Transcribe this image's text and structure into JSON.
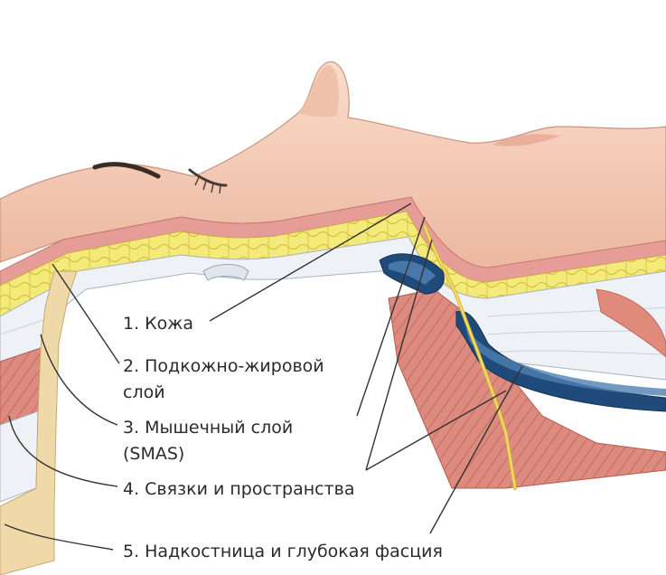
{
  "diagram": {
    "labels": [
      {
        "num": "1.",
        "text": "Кожа"
      },
      {
        "num": "2.",
        "text": "Подкожно-жировой",
        "text2": "слой"
      },
      {
        "num": "3.",
        "text": "Мышечный слой",
        "text2": "(SMAS)"
      },
      {
        "num": "4.",
        "text": "Связки и пространства"
      },
      {
        "num": "5.",
        "text": "Надкостница и глубокая фасция"
      }
    ]
  },
  "colors": {
    "skin": "#f4cdb8",
    "skin_shadow": "#e7ad92",
    "dermis": "#e79a96",
    "fat": "#f3ea7a",
    "fat_dark": "#d9c94a",
    "smas": "#eef2f6",
    "muscle": "#d9867a",
    "periosteum": "#f0d9a8",
    "vessel": "#1f4a7a"
  }
}
